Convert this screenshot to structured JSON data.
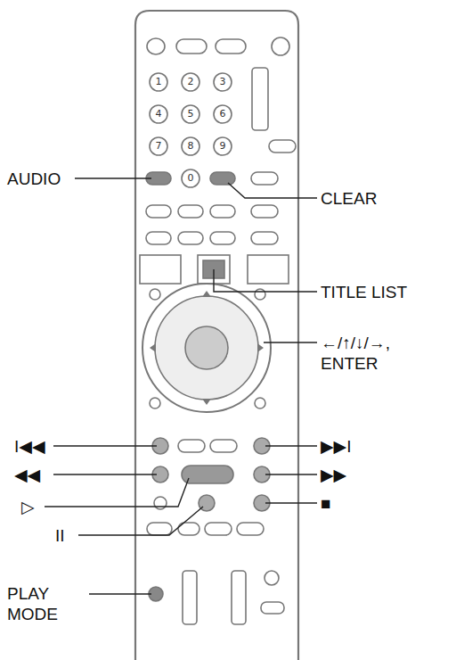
{
  "diagram": {
    "labels": [
      "AUDIO",
      "CLEAR",
      "TITLE LIST",
      "←/↑/↓/→, ENTER",
      "I◀◀",
      "▶▶I",
      "◀◀",
      "▶▶",
      "▷",
      "II",
      "■",
      "PLAY MODE",
      "1",
      "2",
      "3",
      "4",
      "5",
      "6",
      "7",
      "8",
      "9",
      "0"
    ]
  }
}
